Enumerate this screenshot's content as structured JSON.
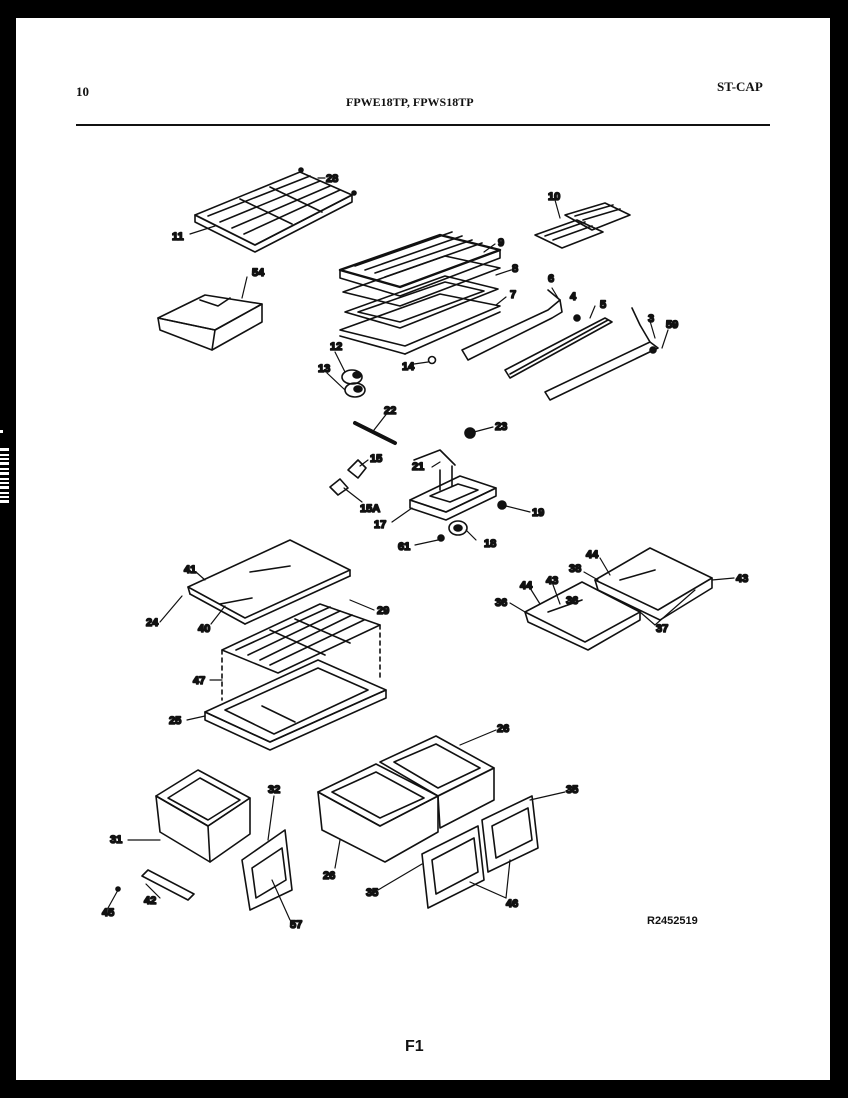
{
  "header": {
    "page_number": "10",
    "model_numbers": "FPWE18TP, FPWS18TP",
    "section_code": "ST-CAP"
  },
  "footer": {
    "figure_label": "F1",
    "reference_code": "R2452519"
  },
  "callouts": [
    "28",
    "11",
    "10",
    "9",
    "8",
    "54",
    "6",
    "4",
    "5",
    "7",
    "3",
    "59",
    "12",
    "13",
    "14",
    "22",
    "23",
    "15",
    "21",
    "15A",
    "17",
    "19",
    "61",
    "18",
    "41",
    "24",
    "40",
    "29",
    "44",
    "38",
    "43",
    "36",
    "37",
    "47",
    "25",
    "26",
    "32",
    "31",
    "35",
    "45",
    "42",
    "57",
    "46"
  ]
}
